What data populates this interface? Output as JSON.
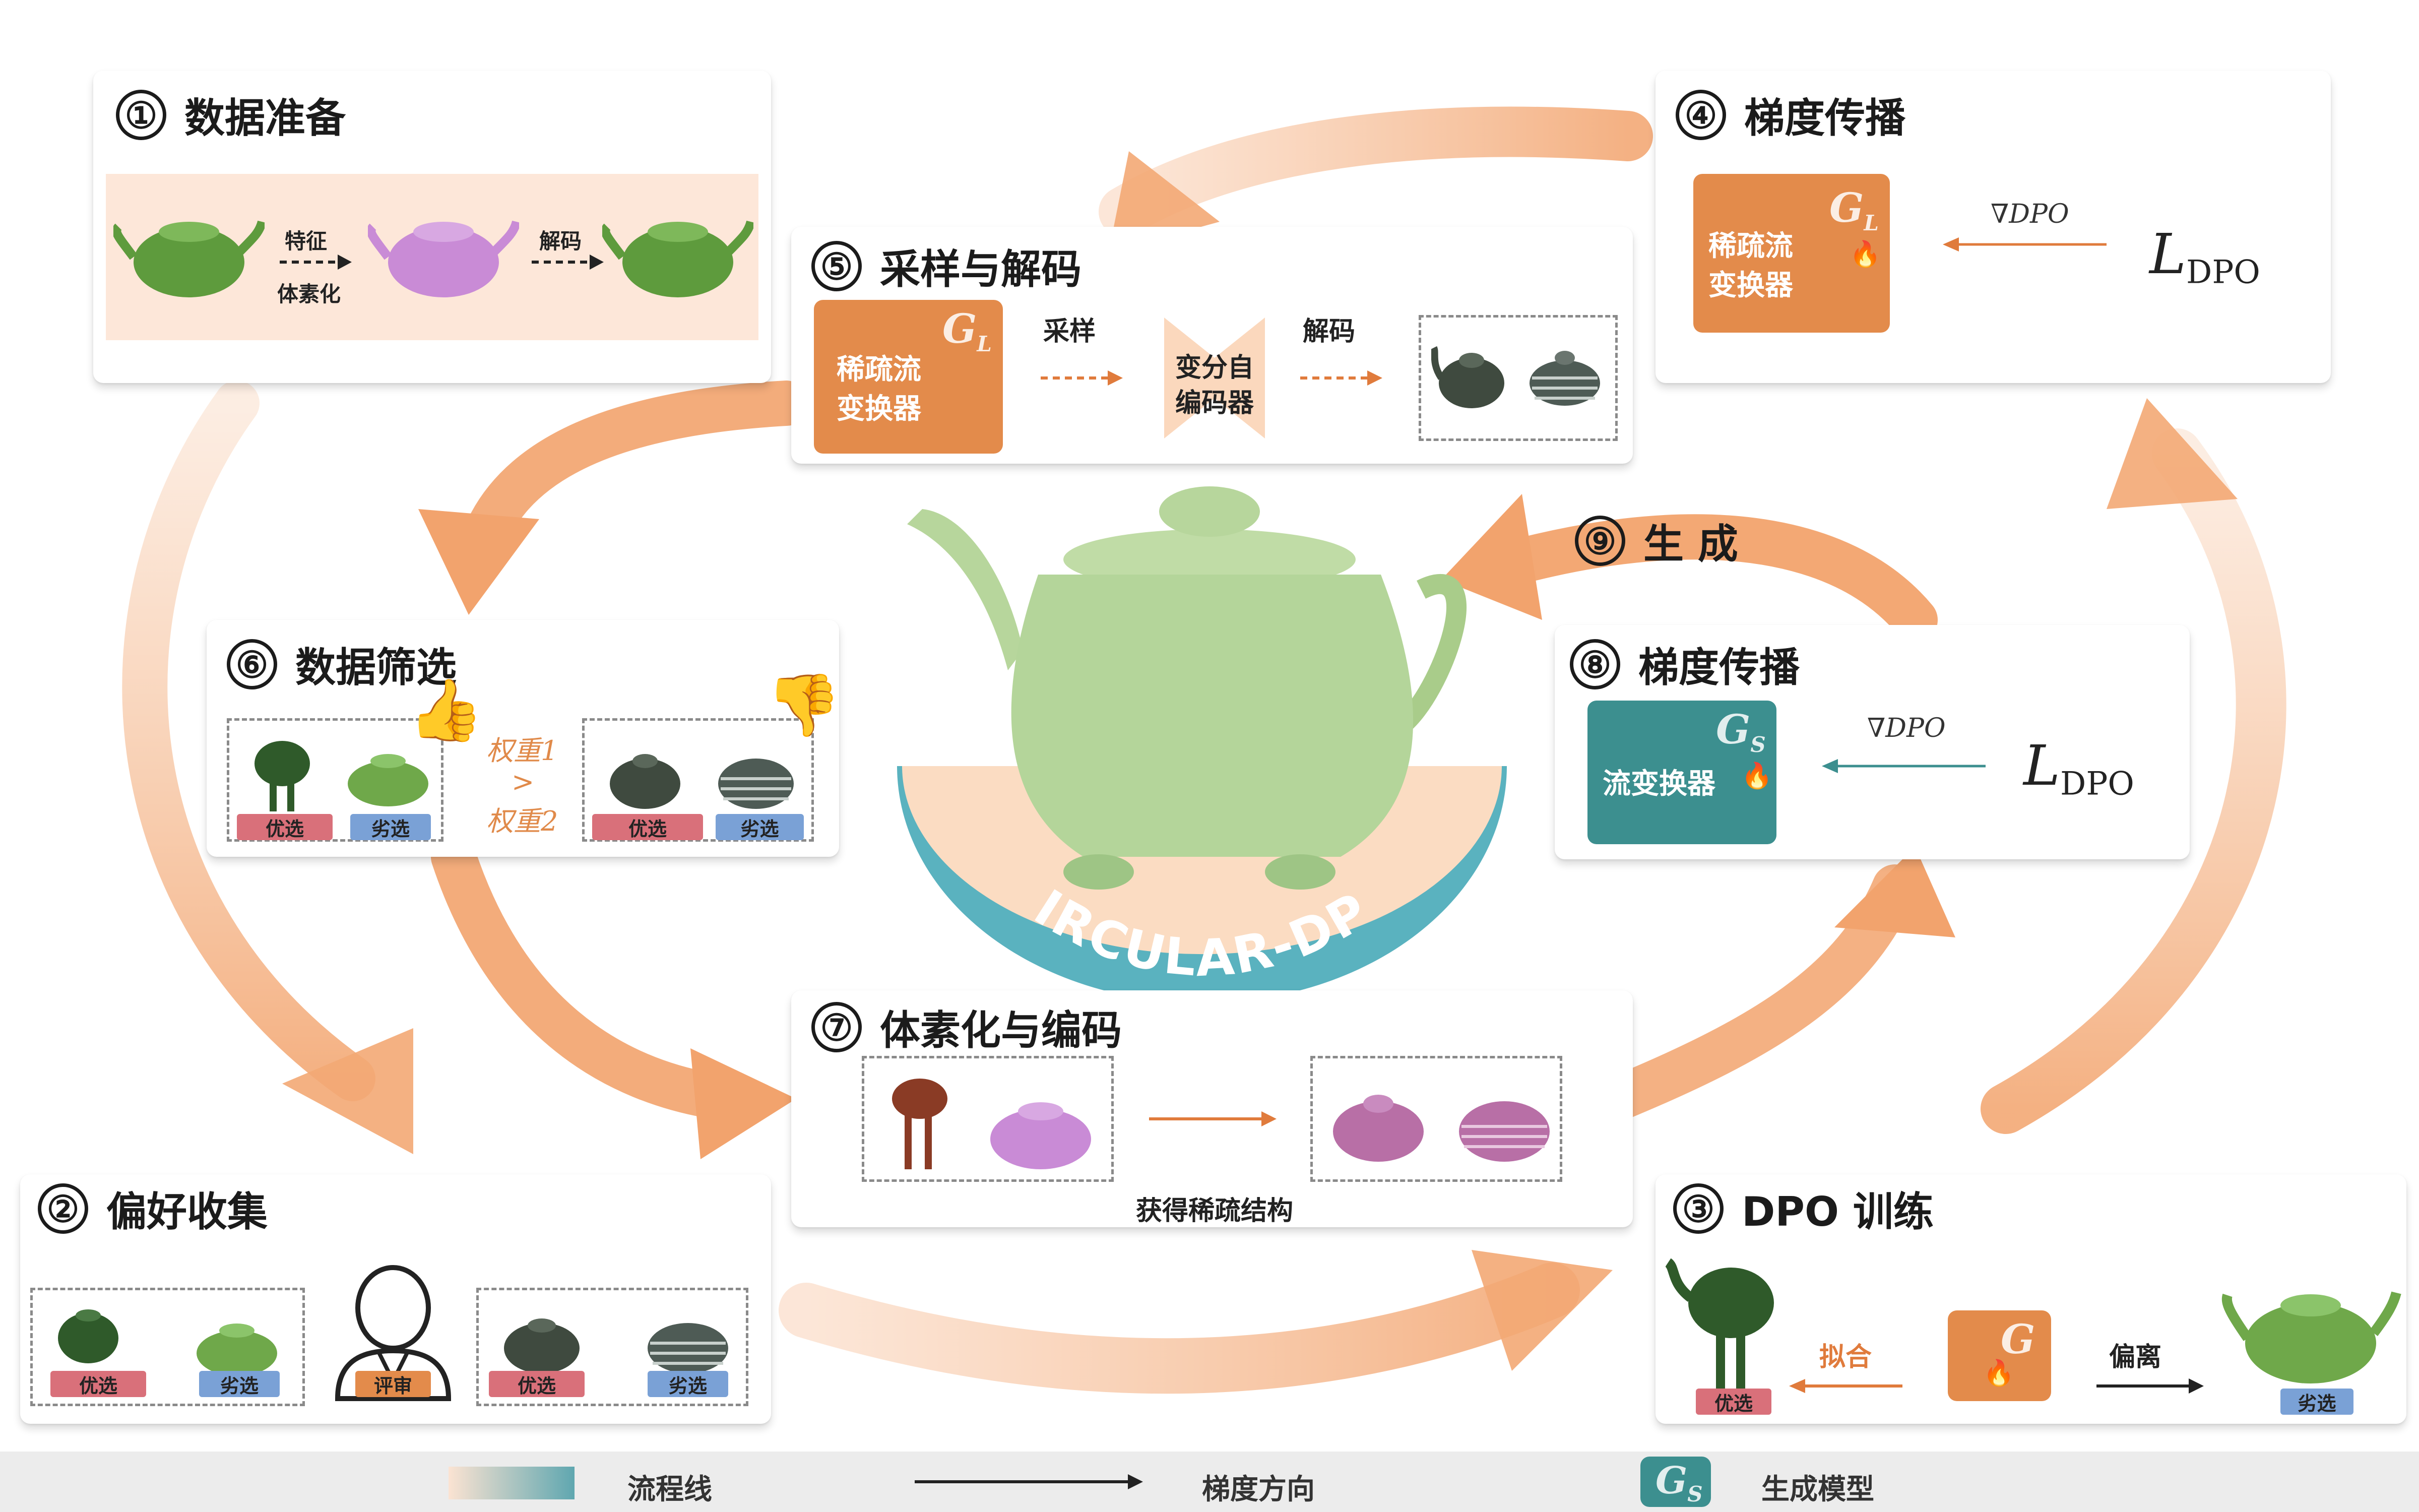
{
  "colors": {
    "orange": "#e38b4b",
    "peach": "#f7c6a0",
    "teal": "#3c8f8f",
    "teapot_green": "#6fa84a",
    "teapot_pink": "#c98bd6"
  },
  "steps": {
    "s1": {
      "num": "①",
      "title": "数据准备",
      "feat_top": "特征",
      "feat_bottom": "体素化",
      "decode": "解码"
    },
    "s2": {
      "num": "②",
      "title": "偏好收集",
      "win": "优选",
      "lose": "劣选",
      "reviewer": "评审"
    },
    "s3": {
      "num": "③",
      "title": "DPO 训练",
      "fit": "拟合",
      "deviate": "偏离",
      "win": "优选",
      "lose": "劣选"
    },
    "s4": {
      "num": "④",
      "title": "梯度传播",
      "block": "稀疏流\n变换器",
      "grad": "∇DPO",
      "loss": "L",
      "loss_sub": "DPO"
    },
    "s5": {
      "num": "⑤",
      "title": "采样与解码",
      "block": "稀疏流\n变换器",
      "sample": "采样",
      "vae": "变分自\n编码器",
      "decode": "解码"
    },
    "s6": {
      "num": "⑥",
      "title": "数据筛选",
      "w1": "权重1",
      "gt": ">",
      "w2": "权重2",
      "win": "优选",
      "lose": "劣选"
    },
    "s7": {
      "num": "⑦",
      "title": "体素化与编码",
      "caption": "获得稀疏结构"
    },
    "s8": {
      "num": "⑧",
      "title": "梯度传播",
      "block": "流变换器",
      "grad": "∇DPO",
      "loss": "L",
      "loss_sub": "DPO"
    },
    "s9": {
      "num": "⑨",
      "title": "生 成"
    }
  },
  "center_label": "CIRCULAR-DPO",
  "legend": {
    "pipeline": "流程线",
    "grad_dir": "梯度方向",
    "gen_model": "生成模型"
  },
  "icons": [
    "teapot",
    "thumbs-up-icon",
    "thumbs-down-icon",
    "fire-icon",
    "reviewer-icon",
    "arrow-icon"
  ]
}
